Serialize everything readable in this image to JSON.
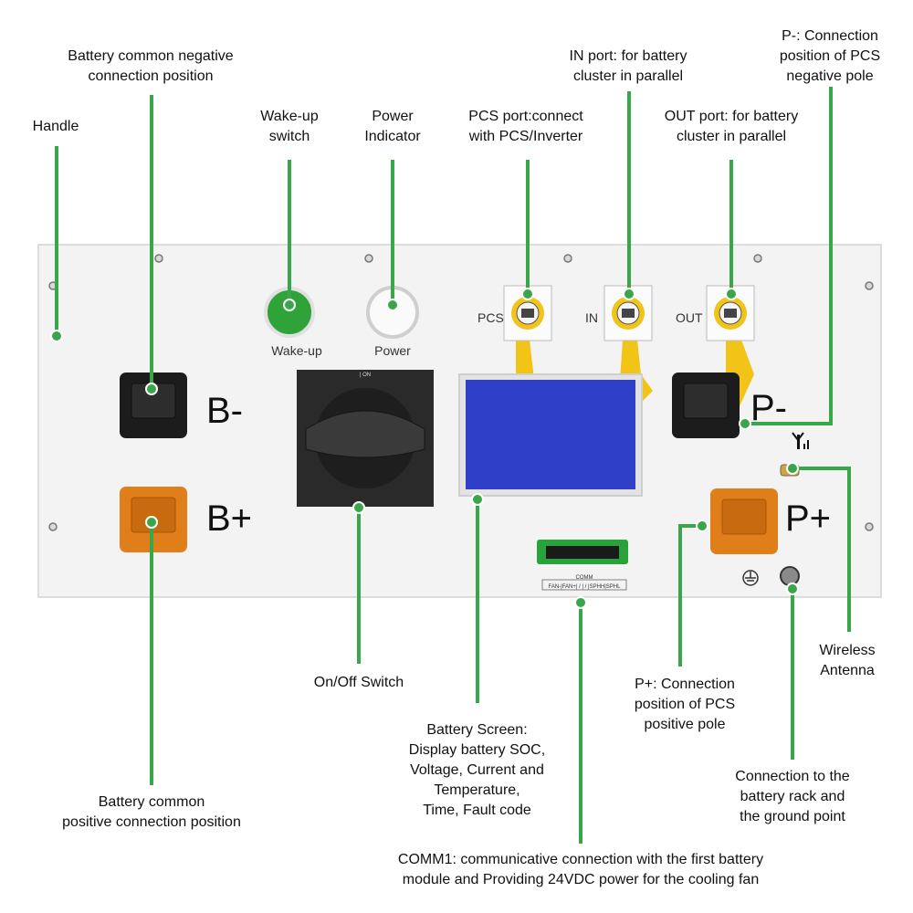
{
  "callouts": {
    "handle": "Handle",
    "b_neg": "Battery common negative\nconnection position",
    "wakeup": "Wake-up\nswitch",
    "power_ind": "Power\nIndicator",
    "pcs_port": "PCS port:connect\nwith PCS/Inverter",
    "in_port": "IN port: for battery\ncluster in parallel",
    "out_port": "OUT port: for battery\ncluster in parallel",
    "p_neg": "P-: Connection\nposition of PCS\nnegative pole",
    "onoff": "On/Off Switch",
    "screen": "Battery Screen:\nDisplay battery SOC,\nVoltage, Current and\nTemperature,\nTime, Fault code",
    "b_pos": "Battery common\npositive connection position",
    "p_pos": "P+: Connection\nposition of PCS\npositive pole",
    "antenna": "Wireless\nAntenna",
    "ground": "Connection to the\nbattery rack and\nthe ground point",
    "comm1": "COMM1: communicative connection with the first battery\nmodule and Providing 24VDC power for the cooling fan"
  },
  "panel": {
    "b_minus": "B-",
    "b_plus": "B+",
    "p_minus": "P-",
    "p_plus": "P+",
    "wakeup_label": "Wake-up",
    "power_label": "Power",
    "pcs_label": "PCS",
    "in_label": "IN",
    "out_label": "OUT",
    "comm_label": "COMM",
    "comm_pins": "FAN-|FAN+| / | / |SPHH|SPHL",
    "switch_on": "| ON"
  },
  "colors": {
    "leader": "#3aa64a",
    "panel": "#f3f3f3",
    "screen": "#2f3fc8",
    "orange": "#e07f1a",
    "wakeup_green": "#2fa23a",
    "port_yellow": "#f2c418"
  }
}
